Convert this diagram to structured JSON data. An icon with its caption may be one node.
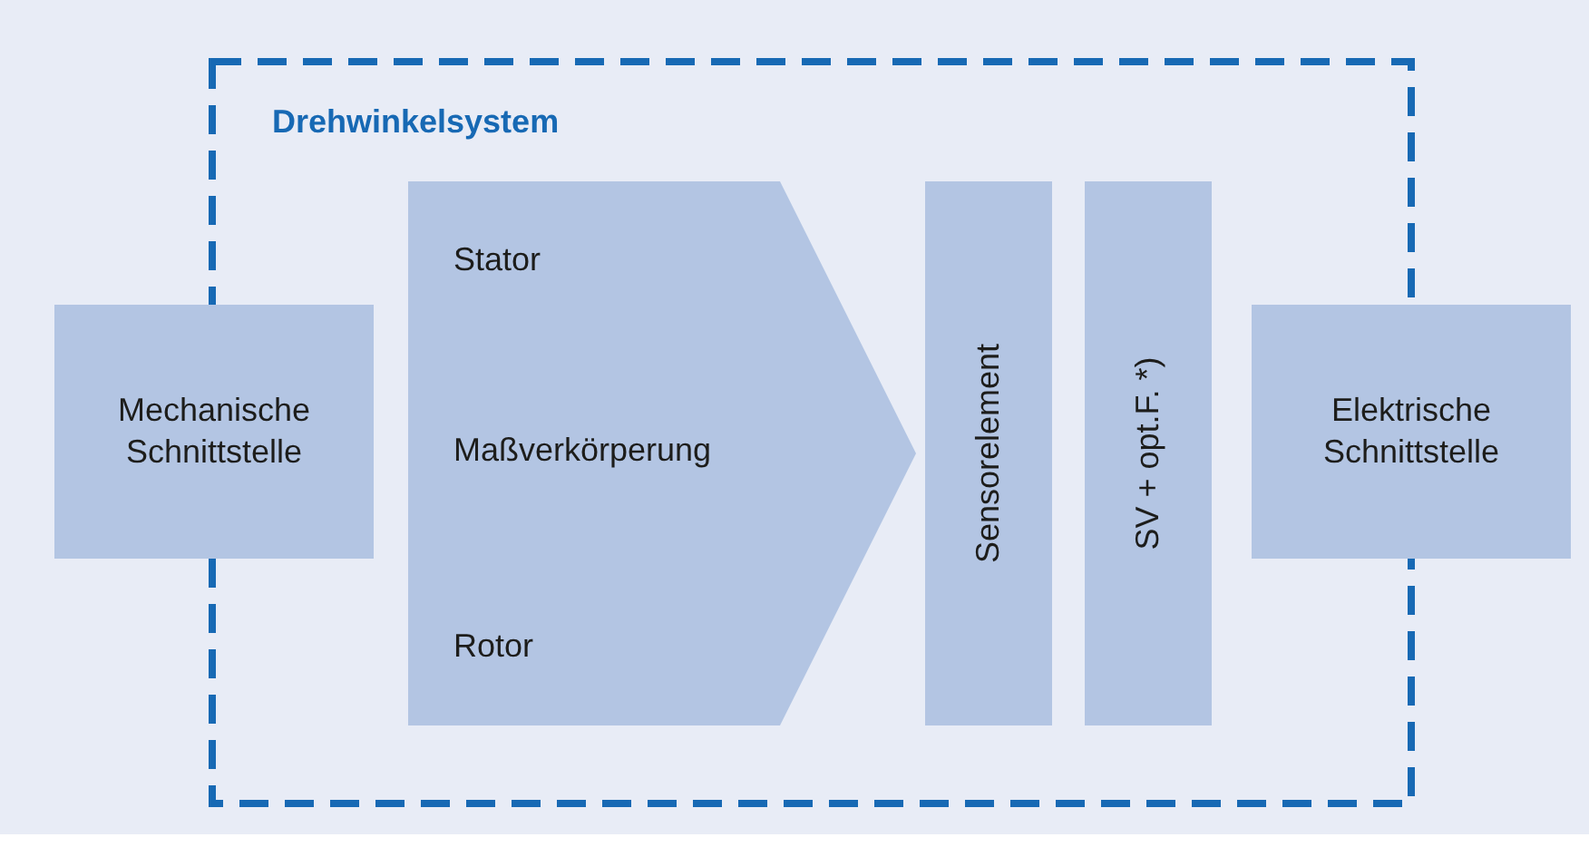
{
  "diagram": {
    "nodes": [
      {
        "text": [
          "Drehwinkelsystem"
        ]
      },
      {
        "text": [
          "Mechanische Schnittstelle"
        ]
      },
      {
        "text": [
          "Stator",
          "Maßverkörperung",
          "Rotor"
        ],
        "in": 0
      },
      {
        "text": [
          "Sensorelement"
        ],
        "in": 0
      },
      {
        "text": [
          "SV + opt.F. *)"
        ],
        "in": 0
      },
      {
        "text": [
          "Elektrische Schnittstelle"
        ]
      }
    ],
    "edges": []
  }
}
